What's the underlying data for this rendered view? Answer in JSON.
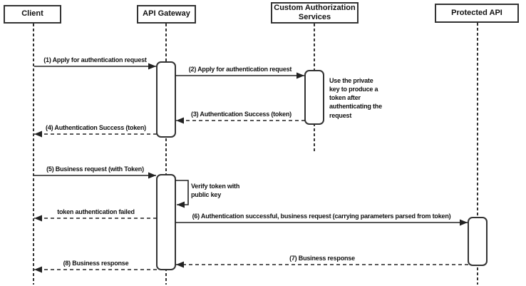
{
  "diagram": {
    "type": "uml-sequence",
    "colors": {
      "stroke": "#333333",
      "text": "#111111",
      "background": "#ffffff"
    },
    "actors": [
      {
        "id": "client",
        "label": "Client"
      },
      {
        "id": "api-gateway",
        "label": "API Gateway"
      },
      {
        "id": "custom-auth",
        "label": "Custom Authorization Services"
      },
      {
        "id": "protected-api",
        "label": "Protected API"
      }
    ],
    "messages": [
      {
        "label": "(1) Apply for authentication request",
        "from": "Client",
        "to": "API Gateway",
        "style": "solid"
      },
      {
        "label": "(2) Apply for authentication request",
        "from": "API Gateway",
        "to": "Custom Authorization Services",
        "style": "solid"
      },
      {
        "label": "(3) Authentication Success (token)",
        "from": "Custom Authorization Services",
        "to": "API Gateway",
        "style": "dashed"
      },
      {
        "label": "(4) Authentication Success (token)",
        "from": "API Gateway",
        "to": "Client",
        "style": "dashed"
      },
      {
        "label": "(5) Business request (with Token)",
        "from": "Client",
        "to": "API Gateway",
        "style": "solid"
      },
      {
        "label": "Verify token with public key",
        "from": "API Gateway",
        "to": "API Gateway",
        "style": "self"
      },
      {
        "label": "token authentication failed",
        "from": "API Gateway",
        "to": "Client",
        "style": "dashed"
      },
      {
        "label": "(6) Authentication successful, business request (carrying parameters parsed from token)",
        "from": "API Gateway",
        "to": "Protected API",
        "style": "solid"
      },
      {
        "label": "(7) Business response",
        "from": "Protected API",
        "to": "API Gateway",
        "style": "dashed"
      },
      {
        "label": "(8) Business response",
        "from": "API Gateway",
        "to": "Client",
        "style": "dashed"
      }
    ],
    "note": {
      "label": "Use the private key to produce a token after authenticating the request"
    }
  }
}
